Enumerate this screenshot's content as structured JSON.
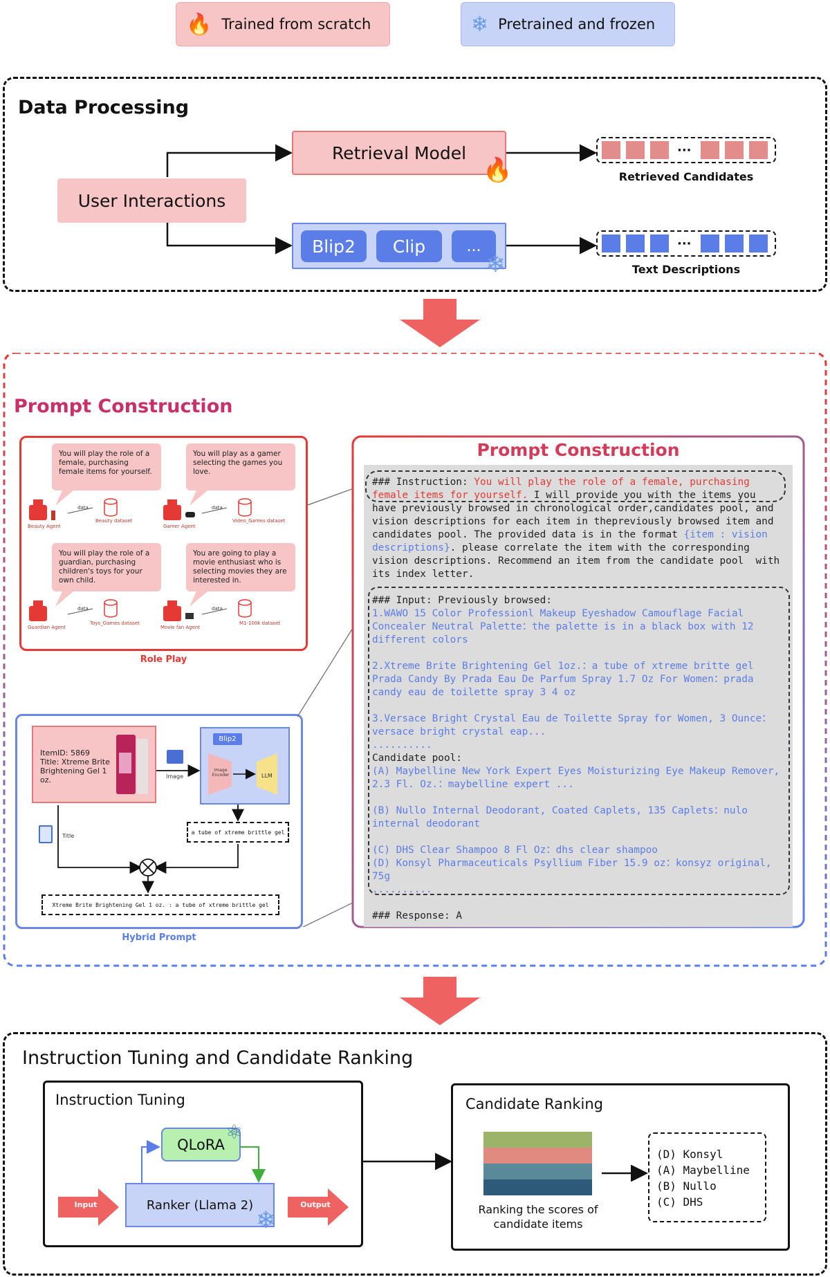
{
  "legend": {
    "trained": "Trained from scratch",
    "frozen": "Pretrained and frozen",
    "trained_icon": "fire-icon",
    "frozen_icon": "snowflake-icon"
  },
  "data_processing": {
    "title": "Data Processing",
    "user_interactions": "User Interactions",
    "retrieval_model": "Retrieval Model",
    "models": [
      "Blip2",
      "Clip",
      "..."
    ],
    "retrieved_candidates": "Retrieved Candidates",
    "text_descriptions": "Text Descriptions",
    "ellipsis": "···"
  },
  "prompt_construction": {
    "title": "Prompt Construction",
    "panel_title": "Prompt Construction",
    "role_play": {
      "caption": "Role Play",
      "bubbles": [
        "You will play the role of a female, purchasing female items for yourself.",
        "You will play as a gamer selecting the games you love.",
        "You will play the role of a guardian, purchasing children's toys for your own child.",
        "You are going to play a movie enthusiast who is selecting movies they are interested in."
      ],
      "agents": [
        "Beauty Agent",
        "Gamer Agent",
        "Guardian Agent",
        "Movie fan Agent"
      ],
      "datasets": [
        "Beauty dataset",
        "Video_Games dataset",
        "Toys_Games dataset",
        "M1-100k dataset"
      ],
      "data_label": "data"
    },
    "hybrid_prompt": {
      "caption": "Hybrid Prompt",
      "item_text": "ItemID: 5869\nTitle: Xtreme Brite Brightening Gel 1 oz.",
      "image_label": "Image",
      "title_label": "Title",
      "blip2_label": "Blip2",
      "image_encoder": "Image Encoder",
      "llm": "LLM",
      "caption_output": "a tube of xtreme brittle gel",
      "combined_output": "Xtreme Brite Brightening Gel 1 oz. : a tube of xtreme brittle gel"
    },
    "prompt_lines": [
      {
        "parts": [
          {
            "t": "### Instruction: ",
            "c": "k"
          },
          {
            "t": "You will play the role of a female, purchasing",
            "c": "r"
          }
        ]
      },
      {
        "parts": [
          {
            "t": "female items for yourself.",
            "c": "r"
          },
          {
            "t": " I will provide you with the items you",
            "c": "k"
          }
        ]
      },
      {
        "parts": [
          {
            "t": "have previously browsed in chronological order,candidates pool, and",
            "c": "k"
          }
        ]
      },
      {
        "parts": [
          {
            "t": "vision descriptions for each item in thepreviously browsed item and",
            "c": "k"
          }
        ]
      },
      {
        "parts": [
          {
            "t": "candidates pool. The provided data is in the format ",
            "c": "k"
          },
          {
            "t": "{item : vision",
            "c": "b"
          }
        ]
      },
      {
        "parts": [
          {
            "t": "descriptions}",
            "c": "b"
          },
          {
            "t": ". please correlate the item with the corresponding",
            "c": "k"
          }
        ]
      },
      {
        "parts": [
          {
            "t": "vision descriptions. Recommend an item from the candidate pool  with",
            "c": "k"
          }
        ]
      },
      {
        "parts": [
          {
            "t": "its index letter.",
            "c": "k"
          }
        ]
      },
      {
        "parts": [
          {
            "t": "",
            "c": "k"
          }
        ]
      },
      {
        "parts": [
          {
            "t": "### Input: Previously browsed:",
            "c": "k"
          }
        ]
      },
      {
        "parts": [
          {
            "t": "1.WAWO 15 Color Professionl Makeup Eyeshadow Camouflage Facial",
            "c": "b"
          }
        ]
      },
      {
        "parts": [
          {
            "t": "Concealer Neutral Palette：the palette is in a black box with 12",
            "c": "b"
          }
        ]
      },
      {
        "parts": [
          {
            "t": "different colors",
            "c": "b"
          }
        ]
      },
      {
        "parts": [
          {
            "t": "",
            "c": "k"
          }
        ]
      },
      {
        "parts": [
          {
            "t": "2.Xtreme Brite Brightening Gel 1oz.：a tube of xtreme britte gel",
            "c": "b"
          }
        ]
      },
      {
        "parts": [
          {
            "t": "Prada Candy By Prada Eau De Parfum Spray 1.7 Oz For Women：prada",
            "c": "b"
          }
        ]
      },
      {
        "parts": [
          {
            "t": "candy eau de toilette spray 3 4 oz",
            "c": "b"
          }
        ]
      },
      {
        "parts": [
          {
            "t": "",
            "c": "k"
          }
        ]
      },
      {
        "parts": [
          {
            "t": "3.Versace Bright Crystal Eau de Toilette Spray for Women, 3 Ounce：",
            "c": "b"
          }
        ]
      },
      {
        "parts": [
          {
            "t": "versace bright crystal eap...",
            "c": "b"
          }
        ]
      },
      {
        "parts": [
          {
            "t": "..........",
            "c": "b"
          }
        ]
      },
      {
        "parts": [
          {
            "t": "Candidate pool:",
            "c": "k"
          }
        ]
      },
      {
        "parts": [
          {
            "t": "(A) Maybelline New York Expert Eyes Moisturizing Eye Makeup Remover,",
            "c": "b"
          }
        ]
      },
      {
        "parts": [
          {
            "t": "2.3 Fl. Oz.：maybelline expert ...",
            "c": "b"
          }
        ]
      },
      {
        "parts": [
          {
            "t": "",
            "c": "k"
          }
        ]
      },
      {
        "parts": [
          {
            "t": "(B) Nullo Internal Deodorant, Coated Caplets, 135 Caplets：nulo",
            "c": "b"
          }
        ]
      },
      {
        "parts": [
          {
            "t": "internal deodorant",
            "c": "b"
          }
        ]
      },
      {
        "parts": [
          {
            "t": "",
            "c": "k"
          }
        ]
      },
      {
        "parts": [
          {
            "t": "(C) DHS Clear Shampoo 8 Fl Oz：dhs clear shampoo",
            "c": "b"
          }
        ]
      },
      {
        "parts": [
          {
            "t": "(D) Konsyl Pharmaceuticals Psyllium Fiber 15.9 oz：konsyz original,",
            "c": "b"
          }
        ]
      },
      {
        "parts": [
          {
            "t": "75g",
            "c": "b"
          }
        ]
      },
      {
        "parts": [
          {
            "t": "..........",
            "c": "b"
          }
        ]
      },
      {
        "parts": [
          {
            "t": "",
            "c": "k"
          }
        ]
      },
      {
        "parts": [
          {
            "t": "### Response: A",
            "c": "k"
          }
        ]
      }
    ]
  },
  "instruction_tuning": {
    "title": "Instruction Tuning and Candidate Ranking",
    "tuning_title": "Instruction Tuning",
    "qlora": "QLoRA",
    "ranker": "Ranker (Llama 2)",
    "input": "Input",
    "output": "Output",
    "ranking_title": "Candidate Ranking",
    "ranking_caption": "Ranking the scores of\ncandidate items",
    "ranked": [
      "(D) Konsyl",
      "(A) Maybelline",
      "(B) Nullo",
      "(C) DHS"
    ]
  }
}
